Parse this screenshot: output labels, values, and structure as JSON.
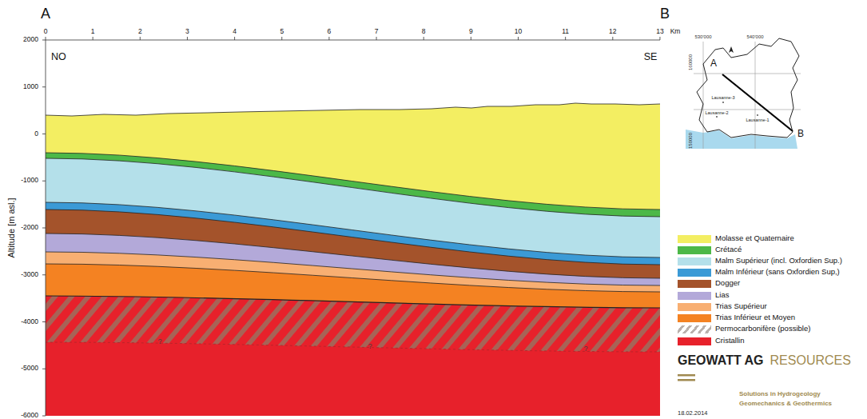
{
  "diagram": {
    "labels": [
      "A",
      "B",
      "NO",
      "SE",
      "0",
      "1",
      "2",
      "3",
      "4",
      "5",
      "6",
      "7",
      "8",
      "9",
      "10",
      "11",
      "12",
      "13",
      "Km",
      "2000",
      "1000",
      "0",
      "-1000",
      "-2000",
      "-3000",
      "-4000",
      "-5000",
      "-6000",
      "Altitude [m asl.]",
      "A",
      "B",
      "530'000",
      "540'000",
      "160000",
      "150000",
      "Lausanne-3",
      "Lausanne-2",
      "Lausanne-1",
      "GEOWATT AG",
      "RESOURCES",
      "Solutions in Hydrogeology",
      "Geomechanics & Geothermics",
      "18.02.2014",
      "?",
      "?",
      "?"
    ],
    "legend": [
      {
        "text": "Molasse et Quaternaire",
        "color": "#f3ee62"
      },
      {
        "text": "Crétacé",
        "color": "#4cb848"
      },
      {
        "text": "Malm Supérieur (incl. Oxfordien Sup.)",
        "color": "#b4e0ea"
      },
      {
        "text": "Malm Inférieur (sans Oxfordien Sup,)",
        "color": "#3b9ad6"
      },
      {
        "text": "Dogger",
        "color": "#a4532b"
      },
      {
        "text": "Lias",
        "color": "#b3a9d9"
      },
      {
        "text": "Trias Supérieur",
        "color": "#f8af72"
      },
      {
        "text": "Trias Inférieur et Moyen",
        "color": "#f48222"
      },
      {
        "text": "Permocarbonifère (possible)"
      },
      {
        "text": "Cristallin",
        "color": "#e7212b"
      }
    ]
  }
}
